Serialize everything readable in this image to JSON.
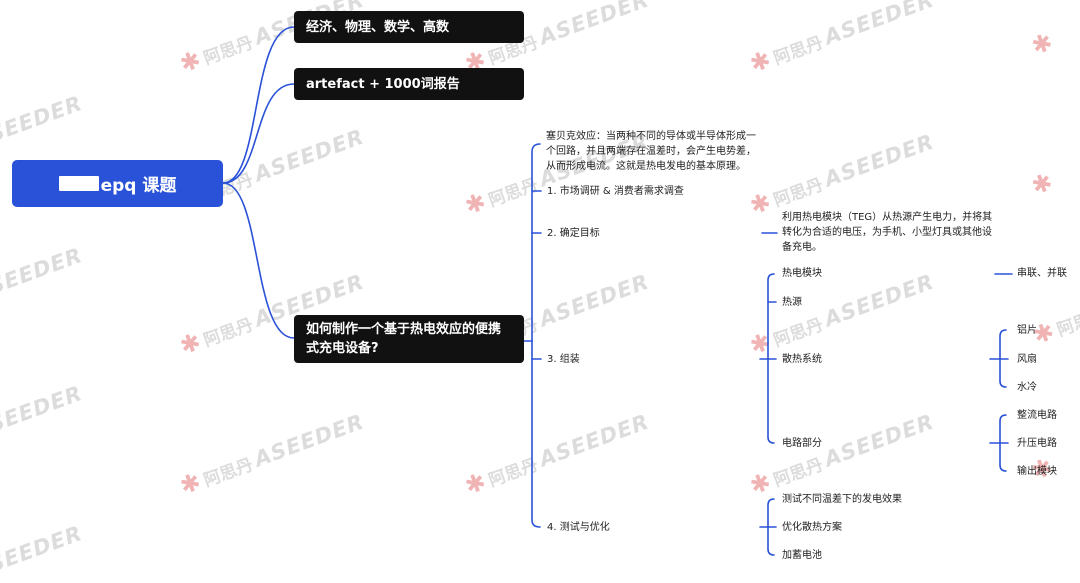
{
  "root": {
    "label": "epq 课题"
  },
  "topics": [
    {
      "label": "经济、物理、数学、高数"
    },
    {
      "label": "artefact + 1000词报告"
    },
    {
      "label": "如何制作一个基于热电效应的便携式充电设备?"
    }
  ],
  "intro": {
    "text": "塞贝克效应：当两种不同的导体或半导体形成一个回路，并且两端存在温差时，会产生电势差，从而形成电流。这就是热电发电的基本原理。"
  },
  "steps": [
    {
      "label": "1. 市场调研 & 消费者需求调查"
    },
    {
      "label": "2. 确定目标"
    },
    {
      "label": "3. 组装"
    },
    {
      "label": "4. 测试与优化"
    }
  ],
  "goal": {
    "text": "利用热电模块（TEG）从热源产生电力，并将其转化为合适的电压，为手机、小型灯具或其他设备充电。"
  },
  "assembly": [
    {
      "label": "热电模块",
      "children": [
        "串联、并联"
      ]
    },
    {
      "label": "热源",
      "children": []
    },
    {
      "label": "散热系统",
      "children": [
        "铝片",
        "风扇",
        "水冷"
      ]
    },
    {
      "label": "电路部分",
      "children": [
        "整流电路",
        "升压电路",
        "输出模块"
      ]
    }
  ],
  "testing": [
    "测试不同温差下的发电效果",
    "优化散热方案",
    "加蓄电池"
  ],
  "watermark": {
    "cn": "阿思丹",
    "en": "ASEEDER"
  },
  "colors": {
    "line": "#2a52d8",
    "root_bg": "#2a52d8",
    "topic_bg": "#111111"
  }
}
